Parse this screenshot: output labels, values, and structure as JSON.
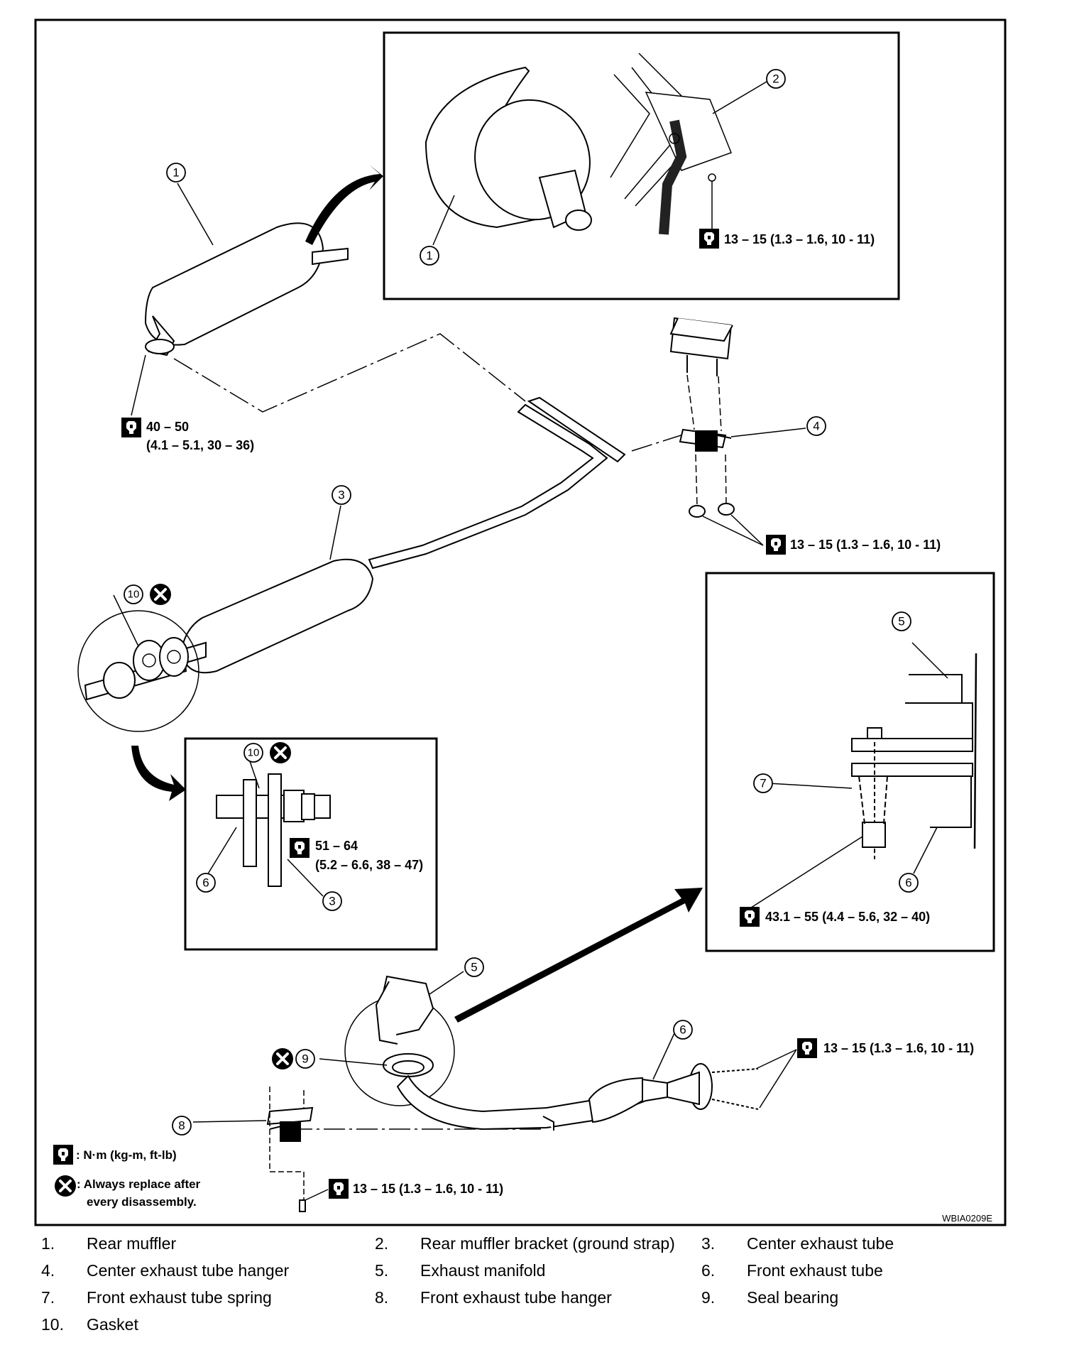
{
  "diagram": {
    "callouts": {
      "n1": "1",
      "n2": "2",
      "n3": "3",
      "n4": "4",
      "n5": "5",
      "n6": "6",
      "n7": "7",
      "n8": "8",
      "n9": "9",
      "n10": "10"
    },
    "torque": {
      "bracket": "13 – 15 (1.3 – 1.6, 10 - 11)",
      "muffler_line1": "40 – 50",
      "muffler_line2": "(4.1 – 5.1, 30 – 36)",
      "hanger4": "13 – 15 (1.3 – 1.6, 10 - 11)",
      "flange_line1": "51 – 64",
      "flange_line2": "(5.2 – 6.6, 38 – 47)",
      "spring": "43.1 – 55 (4.4 – 5.6, 32 – 40)",
      "front_flange": "13 – 15 (1.3 – 1.6, 10 - 11)",
      "hanger8": "13 – 15 (1.3 – 1.6, 10 - 11)"
    },
    "key": {
      "torque_units": ": N·m (kg-m, ft-lb)",
      "replace_line1": ": Always replace after",
      "replace_line2": "every disassembly."
    },
    "figure_code": "WBIA0209E"
  },
  "legend": [
    [
      {
        "num": "1.",
        "label": "Rear muffler"
      },
      {
        "num": "2.",
        "label": "Rear muffler bracket (ground strap)"
      },
      {
        "num": "3.",
        "label": "Center exhaust tube"
      }
    ],
    [
      {
        "num": "4.",
        "label": "Center exhaust tube hanger"
      },
      {
        "num": "5.",
        "label": "Exhaust manifold"
      },
      {
        "num": "6.",
        "label": "Front exhaust tube"
      }
    ],
    [
      {
        "num": "7.",
        "label": "Front exhaust tube spring"
      },
      {
        "num": "8.",
        "label": "Front exhaust tube hanger"
      },
      {
        "num": "9.",
        "label": "Seal bearing"
      }
    ],
    [
      {
        "num": "10.",
        "label": "Gasket"
      }
    ]
  ]
}
